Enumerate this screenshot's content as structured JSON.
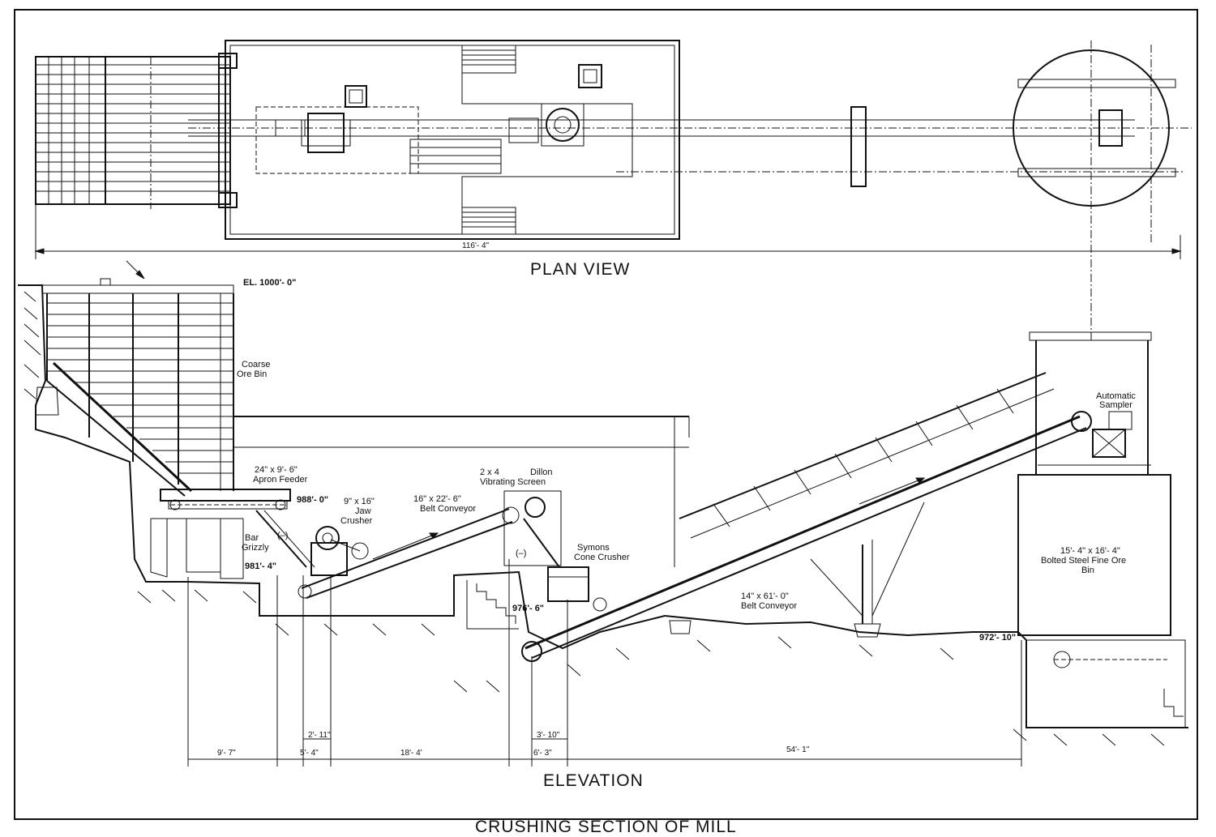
{
  "titles": {
    "plan_view": "PLAN VIEW",
    "elevation": "ELEVATION",
    "main": "CRUSHING SECTION OF MILL"
  },
  "plan_dimension": "116'- 4\"",
  "elevations": {
    "top": "EL. 1000'- 0\"",
    "feeder": "988'- 0\"",
    "grizzly": "981'- 4\"",
    "cone": "976'- 6\"",
    "bin_base": "972'- 10\""
  },
  "labels": {
    "coarse_ore_bin": [
      "Coarse",
      "Ore Bin"
    ],
    "apron_feeder": [
      "24\" x 9'- 6\"",
      "Apron Feeder"
    ],
    "bar_grizzly": [
      "Bar",
      "Grizzly"
    ],
    "jaw_crusher": [
      "9\" x 16\"",
      "Jaw",
      "Crusher"
    ],
    "belt_conveyor_1": [
      "16\" x 22'- 6\"",
      "Belt Conveyor"
    ],
    "vibrating_screen": [
      "2 x 4",
      "Dillon",
      "Vibrating Screen"
    ],
    "cone_crusher": [
      "Symons",
      "Cone Crusher"
    ],
    "belt_conveyor_2": [
      "14\" x 61'- 0\"",
      "Belt Conveyor"
    ],
    "sampler": [
      "Automatic",
      "Sampler"
    ],
    "fine_ore_bin": [
      "15'- 4\" x 16'- 4\"",
      "Bolted Steel Fine Ore",
      "Bin"
    ],
    "minus_1": "(–)",
    "minus_2": "(–)"
  },
  "dimensions": {
    "d1": "9'- 7\"",
    "d2": "5'- 4\"",
    "d3": "2'- 11\"",
    "d4": "18'- 4'",
    "d5": "3'- 10\"",
    "d6": "6'- 3\"",
    "d7": "54'- 1\""
  }
}
